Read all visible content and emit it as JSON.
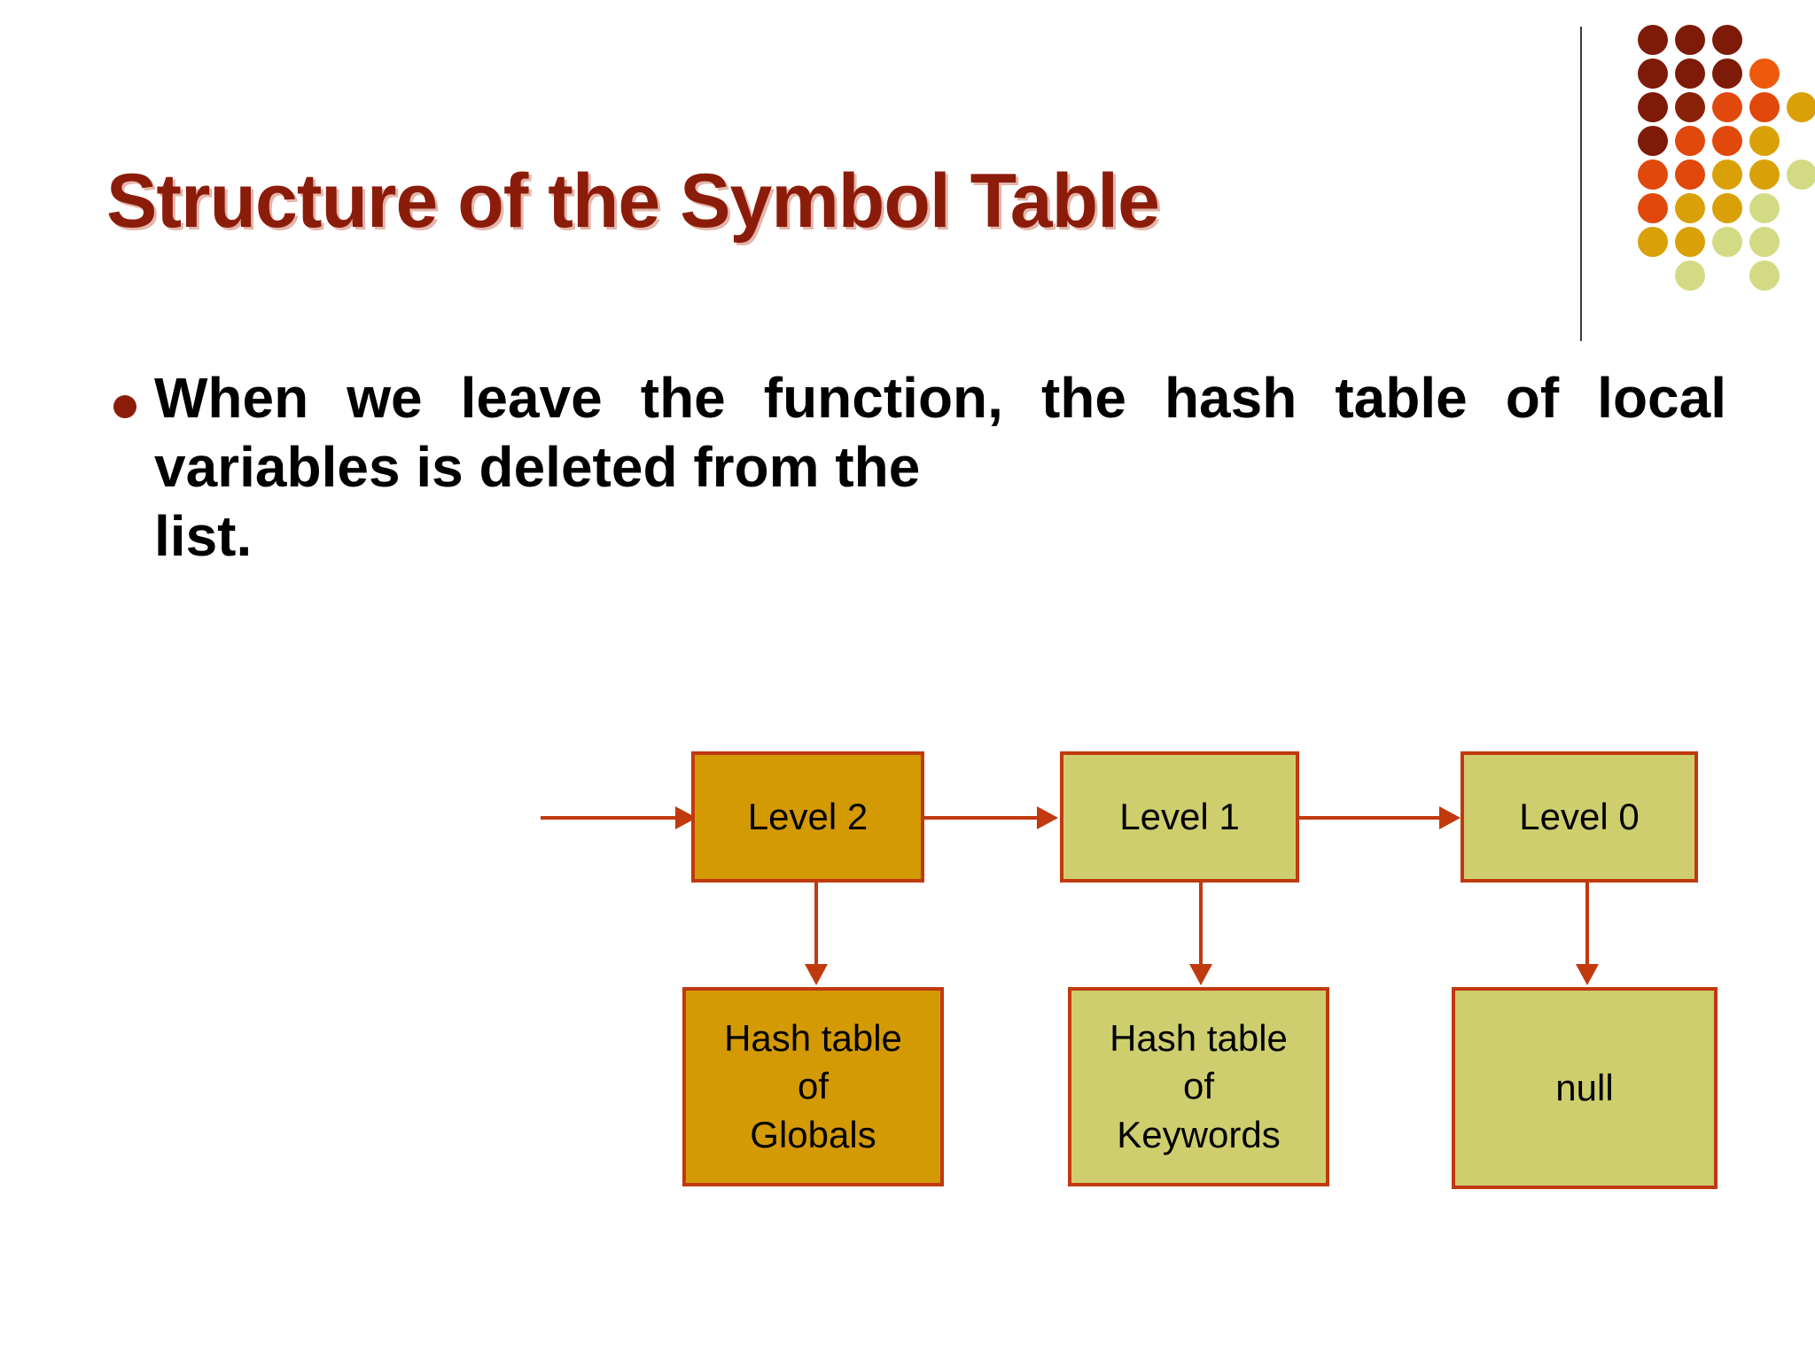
{
  "slide": {
    "title": "Structure of the Symbol Table",
    "title_color": "#8C1C0A",
    "background_color": "#FFFFFF"
  },
  "body": {
    "bullet_marker": "disc",
    "bullet_marker_color": "#8C1C0A",
    "bullet_text": "When we leave the function, the hash table of local variables is deleted from the",
    "bullet_text_last_line": "list.",
    "bullet_text_full": "When we leave the function, the hash table of local variables is deleted from the list."
  },
  "logo": {
    "name": "dot-grid-logo",
    "divider_color": "#3A3A3A",
    "palette": {
      "dark_maroon": "#8C1C0A",
      "orange_red": "#E1480C",
      "orange": "#EE5A0B",
      "gold": "#D9A107",
      "light_olive": "#D3DA84"
    },
    "dots": [
      {
        "row": 1,
        "col": 1,
        "color": "#7E1B08"
      },
      {
        "row": 1,
        "col": 2,
        "color": "#7E1B08"
      },
      {
        "row": 1,
        "col": 3,
        "color": "#7E1B08"
      },
      {
        "row": 2,
        "col": 1,
        "color": "#7E1B08"
      },
      {
        "row": 2,
        "col": 2,
        "color": "#7E1B08"
      },
      {
        "row": 2,
        "col": 3,
        "color": "#7E1B08"
      },
      {
        "row": 2,
        "col": 4,
        "color": "#EE5A0B"
      },
      {
        "row": 3,
        "col": 1,
        "color": "#7E1B08"
      },
      {
        "row": 3,
        "col": 2,
        "color": "#8A2209"
      },
      {
        "row": 3,
        "col": 3,
        "color": "#E1480C"
      },
      {
        "row": 3,
        "col": 4,
        "color": "#E1480C"
      },
      {
        "row": 3,
        "col": 5,
        "color": "#D9A107"
      },
      {
        "row": 4,
        "col": 1,
        "color": "#7E1B08"
      },
      {
        "row": 4,
        "col": 2,
        "color": "#E1480C"
      },
      {
        "row": 4,
        "col": 3,
        "color": "#E1480C"
      },
      {
        "row": 4,
        "col": 4,
        "color": "#D9A107"
      },
      {
        "row": 5,
        "col": 1,
        "color": "#E1480C"
      },
      {
        "row": 5,
        "col": 2,
        "color": "#E1480C"
      },
      {
        "row": 5,
        "col": 3,
        "color": "#D9A107"
      },
      {
        "row": 5,
        "col": 4,
        "color": "#D9A107"
      },
      {
        "row": 5,
        "col": 5,
        "color": "#D3DA84"
      },
      {
        "row": 6,
        "col": 1,
        "color": "#E1480C"
      },
      {
        "row": 6,
        "col": 2,
        "color": "#D9A107"
      },
      {
        "row": 6,
        "col": 3,
        "color": "#D9A107"
      },
      {
        "row": 6,
        "col": 4,
        "color": "#D3DA84"
      },
      {
        "row": 7,
        "col": 1,
        "color": "#D9A107"
      },
      {
        "row": 7,
        "col": 2,
        "color": "#D9A107"
      },
      {
        "row": 7,
        "col": 3,
        "color": "#D3DA84"
      },
      {
        "row": 7,
        "col": 4,
        "color": "#D3DA84"
      },
      {
        "row": 8,
        "col": 2,
        "color": "#D3DA84"
      },
      {
        "row": 8,
        "col": 4,
        "color": "#D3DA84"
      }
    ]
  },
  "diagram": {
    "border_color": "#C0390F",
    "connector_color": "#C0390F",
    "level_nodes": [
      {
        "label": "Level 2",
        "fill": "#D49A04",
        "style": "amber"
      },
      {
        "label": "Level 1",
        "fill": "#CFCE6E",
        "style": "olive"
      },
      {
        "label": "Level 0",
        "fill": "#CFCE6E",
        "style": "olive"
      }
    ],
    "table_nodes": [
      {
        "line1": "Hash table",
        "line2": "of",
        "line3": "Globals",
        "fill": "#D49A04",
        "style": "amber"
      },
      {
        "line1": "Hash table",
        "line2": "of",
        "line3": "Keywords",
        "fill": "#CFCE6E",
        "style": "olive"
      },
      {
        "line1": "null",
        "line2": "",
        "line3": "",
        "fill": "#CFCE6E",
        "style": "olive"
      }
    ]
  }
}
